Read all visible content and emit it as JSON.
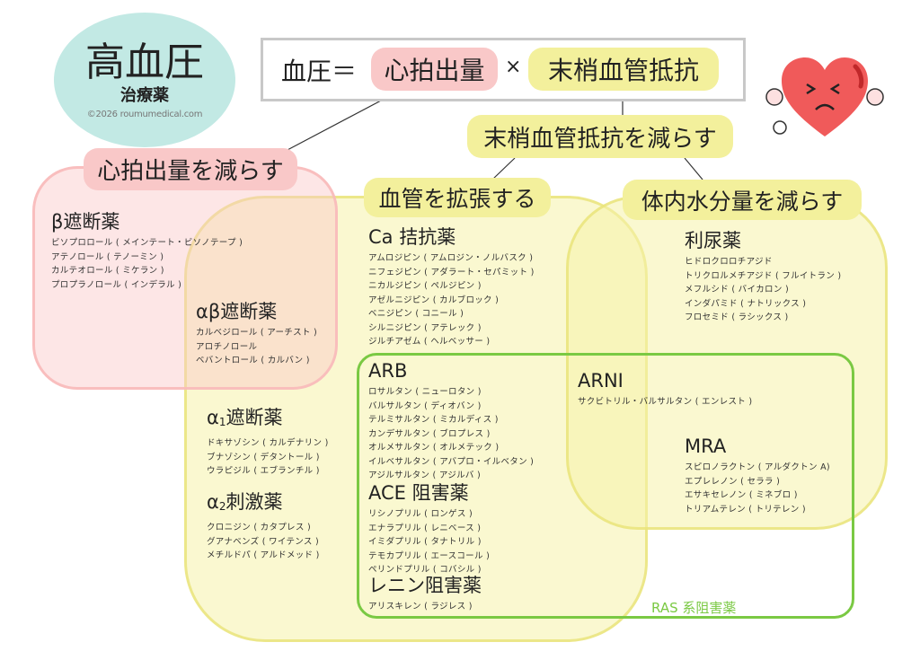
{
  "header": {
    "title": "高血圧",
    "subtitle": "治療薬",
    "copyright": "©2026 roumumedical.com"
  },
  "formula": {
    "lhs": "血圧＝",
    "term1": "心拍出量",
    "times": "×",
    "term2": "末梢血管抵抗"
  },
  "branches": {
    "reduce_resistance": "末梢血管抵抗を減らす",
    "reduce_output": "心拍出量を減らす",
    "dilate": "血管を拡張する",
    "reduce_water": "体内水分量を減らす",
    "ras": "RAS 系阻害薬"
  },
  "colors": {
    "pink": "#f9c8c8",
    "yellow": "#f3f09c",
    "teal": "#c2e9e4",
    "green": "#7ac943",
    "heart": "#f05a5a"
  },
  "groups": {
    "beta": {
      "title": "β遮断薬",
      "items": [
        "ビソプロロール ( メインテート・ビソノテープ )",
        "アテノロール ( テノーミン )",
        "カルテオロール ( ミケラン )",
        "プロプラノロール ( インデラル )"
      ]
    },
    "alphabeta": {
      "title": "αβ遮断薬",
      "items": [
        "カルベジロール ( アーチスト )",
        "アロチノロール",
        "ベバントロール ( カルバン )"
      ]
    },
    "ca": {
      "title": "Ca 拮抗薬",
      "items": [
        "アムロジピン ( アムロジン・ノルバスク )",
        "ニフェジピン ( アダラート・セパミット )",
        "ニカルジピン ( ペルジピン )",
        "アゼルニジピン ( カルブロック )",
        "ベニジピン ( コニール )",
        "シルニジピン ( アテレック )",
        "ジルチアゼム ( ヘルベッサー )"
      ]
    },
    "arb": {
      "title": "ARB",
      "items": [
        "ロサルタン ( ニューロタン )",
        "バルサルタン ( ディオバン )",
        "テルミサルタン ( ミカルディス )",
        "カンデサルタン ( ブロプレス )",
        "オルメサルタン ( オルメテック )",
        "イルベサルタン ( アバプロ・イルベタン )",
        "アジルサルタン ( アジルバ )"
      ]
    },
    "ace": {
      "title": "ACE 阻害薬",
      "items": [
        "リシノプリル ( ロンゲス )",
        "エナラプリル ( レニベース )",
        "イミダプリル ( タナトリル )",
        "テモカプリル ( エースコール )",
        "ペリンドプリル ( コバシル )"
      ]
    },
    "renin": {
      "title": "レニン阻害薬",
      "items": [
        "アリスキレン ( ラジレス )"
      ]
    },
    "alpha1": {
      "title_pre": "α",
      "title_sub": "1",
      "title": "遮断薬",
      "items": [
        "ドキサゾシン ( カルデナリン )",
        "ブナゾシン ( デタントール )",
        "ウラピジル ( エブランチル )"
      ]
    },
    "alpha2": {
      "title_pre": "α",
      "title_sub": "2",
      "title": "刺激薬",
      "items": [
        "クロニジン ( カタプレス )",
        "グアナベンズ ( ワイテンス )",
        "メチルドパ ( アルドメッド )"
      ]
    },
    "diuretic": {
      "title": "利尿薬",
      "items": [
        "ヒドロクロロチアジド",
        "トリクロルメチアジド ( フルイトラン )",
        "メフルシド ( バイカロン )",
        "インダパミド ( ナトリックス )",
        "フロセミド ( ラシックス )"
      ]
    },
    "arni": {
      "title": "ARNI",
      "items": [
        "サクビトリル・バルサルタン ( エンレスト )"
      ]
    },
    "mra": {
      "title": "MRA",
      "items": [
        "スピロノラクトン ( アルダクトン A)",
        "エプレレノン ( セララ )",
        "エサキセレノン ( ミネブロ )",
        "トリアムテレン ( トリテレン )"
      ]
    }
  }
}
